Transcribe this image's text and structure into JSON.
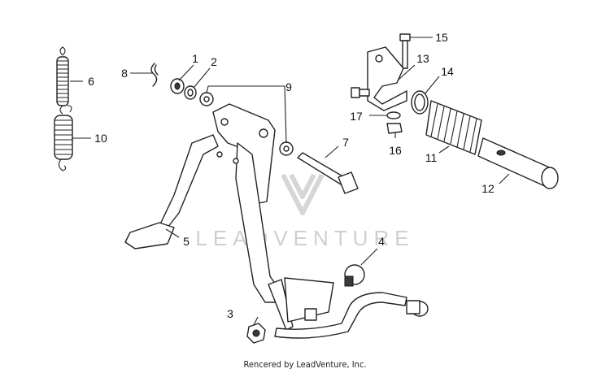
{
  "callouts": [
    {
      "id": "1",
      "label": "1"
    },
    {
      "id": "2",
      "label": "2"
    },
    {
      "id": "3",
      "label": "3"
    },
    {
      "id": "4",
      "label": "4"
    },
    {
      "id": "5",
      "label": "5"
    },
    {
      "id": "6",
      "label": "6"
    },
    {
      "id": "7",
      "label": "7"
    },
    {
      "id": "8",
      "label": "8"
    },
    {
      "id": "9",
      "label": "9"
    },
    {
      "id": "10",
      "label": "10"
    },
    {
      "id": "11",
      "label": "11"
    },
    {
      "id": "12",
      "label": "12"
    },
    {
      "id": "13",
      "label": "13"
    },
    {
      "id": "14",
      "label": "14"
    },
    {
      "id": "15",
      "label": "15"
    },
    {
      "id": "16",
      "label": "16"
    },
    {
      "id": "17",
      "label": "17"
    }
  ],
  "watermark": {
    "text": "LEADVENTURE"
  },
  "footer": {
    "credit": "Rencered by LeadVenture, Inc."
  }
}
